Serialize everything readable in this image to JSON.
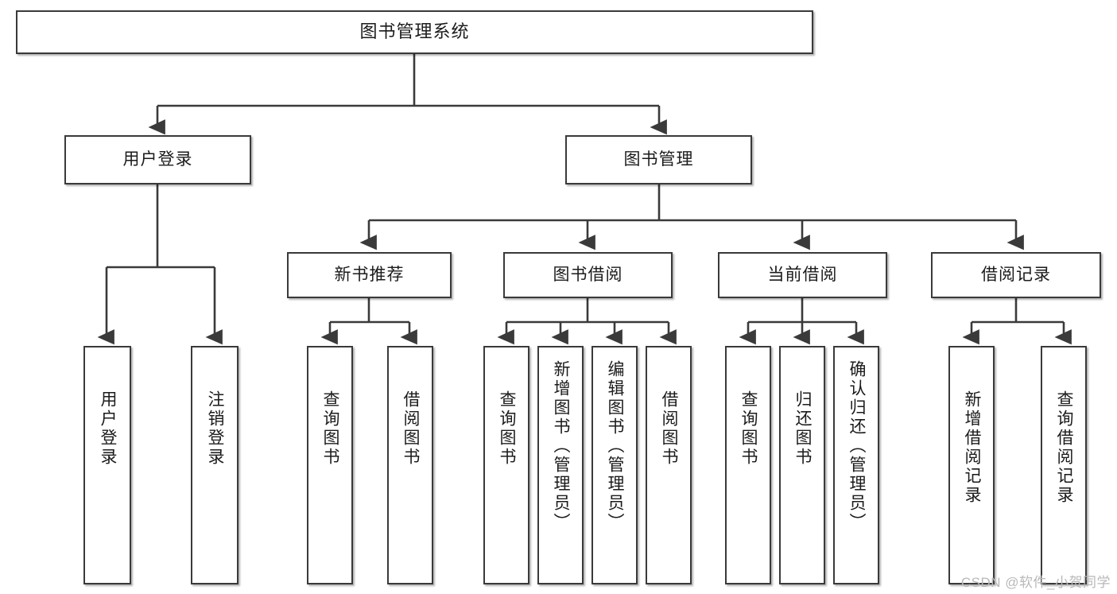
{
  "diagram": {
    "type": "tree",
    "title": "图书管理系统",
    "watermark": "CSDN @软件_小贺同学",
    "colors": {
      "box_border": "#3a3a3a",
      "box_fill": "#ffffff",
      "edge": "#3a3a3a",
      "text": "#1b1b1b",
      "watermark": "#b8b8b8"
    },
    "levels": {
      "root": "图书管理系统",
      "level2": [
        "用户登录",
        "图书管理"
      ],
      "level3": [
        "新书推荐",
        "图书借阅",
        "当前借阅",
        "借阅记录"
      ]
    },
    "nodes": {
      "root": {
        "label": "图书管理系统"
      },
      "user_login": {
        "label": "用户登录"
      },
      "book_manage": {
        "label": "图书管理"
      },
      "new_book_rec": {
        "label": "新书推荐"
      },
      "book_borrow": {
        "label": "图书借阅"
      },
      "current_borrow": {
        "label": "当前借阅"
      },
      "borrow_record": {
        "label": "借阅记录"
      }
    },
    "leaves": {
      "user_login": [
        {
          "label": "用户登录"
        },
        {
          "label": "注销登录"
        }
      ],
      "new_book_rec": [
        {
          "label": "查询图书"
        },
        {
          "label": "借阅图书"
        }
      ],
      "book_borrow": [
        {
          "label": "查询图书"
        },
        {
          "label": "新增图书（管理员）"
        },
        {
          "label": "编辑图书（管理员）"
        },
        {
          "label": "借阅图书"
        }
      ],
      "current_borrow": [
        {
          "label": "查询图书"
        },
        {
          "label": "归还图书"
        },
        {
          "label": "确认归还（管理员）"
        }
      ],
      "borrow_record": [
        {
          "label": "新增借阅记录"
        },
        {
          "label": "查询借阅记录"
        }
      ]
    }
  }
}
